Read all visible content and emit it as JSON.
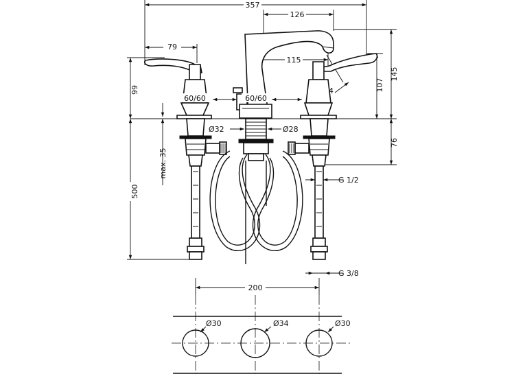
{
  "dimensions": {
    "overall_width": "357",
    "spout_reach": "126",
    "handle_width": "79",
    "spout_offset": "115",
    "handle_height": "99",
    "thread_top_left": "60/60",
    "thread_top_center": "60/60",
    "spout_height": "107",
    "total_height": "145",
    "angle": "24",
    "bore_center": "Ø32",
    "bore_side": "Ø28",
    "under_deck": "76",
    "max_thickness": "max. 35",
    "hose_length": "500",
    "connection_upper": "G 1/2",
    "connection_lower": "G 3/8",
    "hole_spacing": "200",
    "hole_left": "Ø30",
    "hole_center": "Ø34",
    "hole_right": "Ø30"
  },
  "colors": {
    "line": "#111111",
    "background": "#ffffff"
  }
}
